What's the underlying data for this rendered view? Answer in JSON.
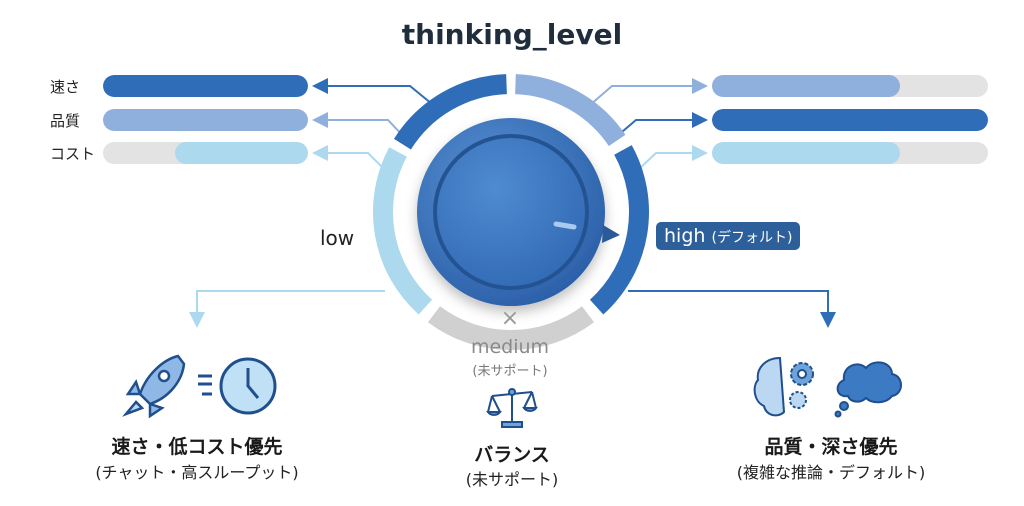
{
  "title": "thinking_level",
  "metrics": [
    {
      "label": "速さ",
      "low_fill": 1.0,
      "high_fill": 0.68
    },
    {
      "label": "品質",
      "low_fill": 1.0,
      "high_fill": 1.0
    },
    {
      "label": "コスト",
      "low_fill": 0.65,
      "high_fill": 0.68
    }
  ],
  "dial": {
    "low_label": "low",
    "high_label": "high",
    "high_suffix": "(デフォルト)",
    "medium_mark": "×",
    "medium_label": "medium",
    "medium_sub": "(未サポート)"
  },
  "outcomes": [
    {
      "title": "速さ・低コスト優先",
      "subtitle": "(チャット・高スループット)"
    },
    {
      "title": "バランス",
      "subtitle": "(未サポート)"
    },
    {
      "title": "品質・深さ優先",
      "subtitle": "(複雑な推論・デフォルト)"
    }
  ],
  "colors": {
    "dark": "#2f6db8",
    "medium": "#8fb0dc",
    "pale": "#acd9ee",
    "gray": "#d0d0d0",
    "track": "#e3e3e3"
  }
}
